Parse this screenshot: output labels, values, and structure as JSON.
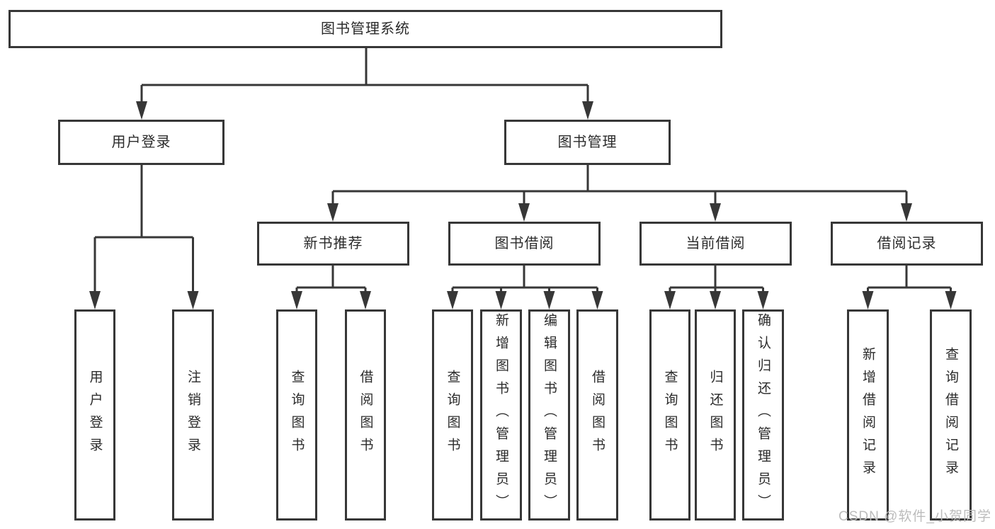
{
  "diagram": {
    "tree": {
      "root": "图书管理系统",
      "branches": [
        {
          "label": "用户登录",
          "children": [
            "用户登录",
            "注销登录"
          ]
        },
        {
          "label": "图书管理",
          "sections": [
            {
              "label": "新书推荐",
              "children": [
                "查询图书",
                "借阅图书"
              ]
            },
            {
              "label": "图书借阅",
              "children": [
                "查询图书",
                "新增图书（管理员）",
                "编辑图书（管理员）",
                "借阅图书"
              ]
            },
            {
              "label": "当前借阅",
              "children": [
                "查询图书",
                "归还图书",
                "确认归还（管理员）"
              ]
            },
            {
              "label": "借阅记录",
              "children": [
                "新增借阅记录",
                "查询借阅记录"
              ]
            }
          ]
        }
      ]
    },
    "watermark": "CSDN @软件_小贺同学",
    "colors": {
      "line": "#373737",
      "text": "#2b2b2b",
      "watermark": "#bcbcbc",
      "background": "#ffffff"
    }
  }
}
